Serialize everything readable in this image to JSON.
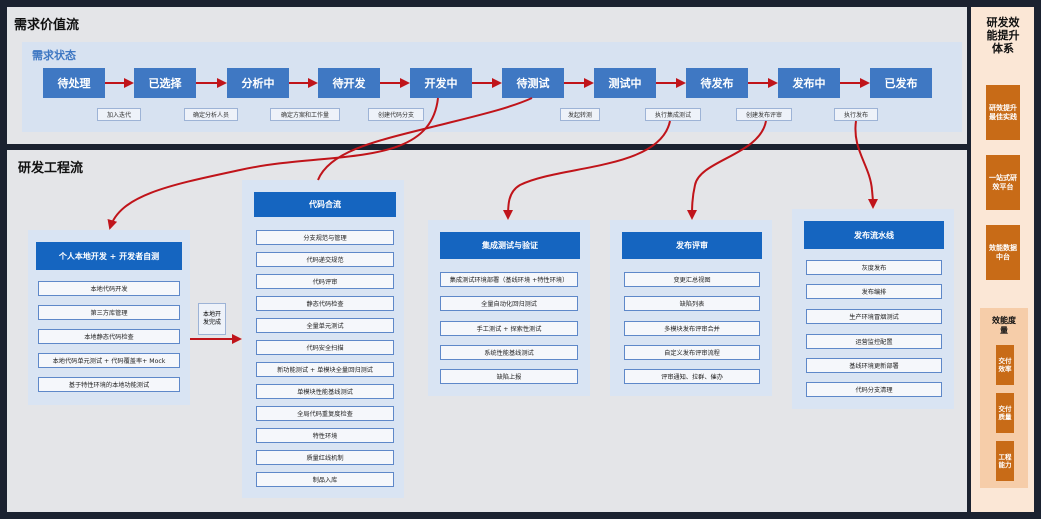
{
  "top": {
    "title": "需求价值流",
    "status_title": "需求状态",
    "states": [
      "待处理",
      "已选择",
      "分析中",
      "待开发",
      "开发中",
      "待测试",
      "测试中",
      "待发布",
      "发布中",
      "已发布"
    ],
    "tags": [
      "加入迭代",
      "确定分析人员",
      "确定方案和工作量",
      "创建代码分支",
      "发起转测",
      "执行集成测试",
      "创建发布评审",
      "执行发布"
    ]
  },
  "bottom": {
    "title": "研发工程流",
    "local_done_label": "本地开发完成",
    "cards": [
      {
        "title": "个人本地开发 + 开发者自测",
        "items": [
          "本地代码开发",
          "第三方库管理",
          "本地静态代码检查",
          "本地代码单元测试 + 代码覆盖率+ Mock",
          "基于特性环境的本地功能测试"
        ]
      },
      {
        "title": "代码合流",
        "items": [
          "分支规范与管理",
          "代码递交规范",
          "代码评审",
          "静态代码检查",
          "全量单元测试",
          "代码安全扫描",
          "新功能测试 + 单模块全量回归测试",
          "单模块性能基线测试",
          "全局代码重复度检查",
          "特性环境",
          "质量红线机制",
          "制品入库"
        ]
      },
      {
        "title": "集成测试与验证",
        "items": [
          "集成测试环境部署（基线环境 +特性环境）",
          "全量自动化回归测试",
          "手工测试 + 探索性测试",
          "系统性能基线测试",
          "缺陷上报"
        ]
      },
      {
        "title": "发布评审",
        "items": [
          "变更汇总视图",
          "缺陷列表",
          "多模块发布评审合并",
          "自定义发布评审流程",
          "评审通知、拉群、催办"
        ]
      },
      {
        "title": "发布流水线",
        "items": [
          "灰度发布",
          "发布编排",
          "生产环境冒烟测试",
          "运营监控配置",
          "基线环境更新部署",
          "代码分支清理"
        ]
      }
    ]
  },
  "right": {
    "title": "研发效能提升体系",
    "boxes": [
      "研效提升最佳实践",
      "一站式研效平台",
      "效能数据中台"
    ],
    "metrics_title": "效能度量",
    "metrics": [
      "交付效率",
      "交付质量",
      "工程能力"
    ]
  }
}
